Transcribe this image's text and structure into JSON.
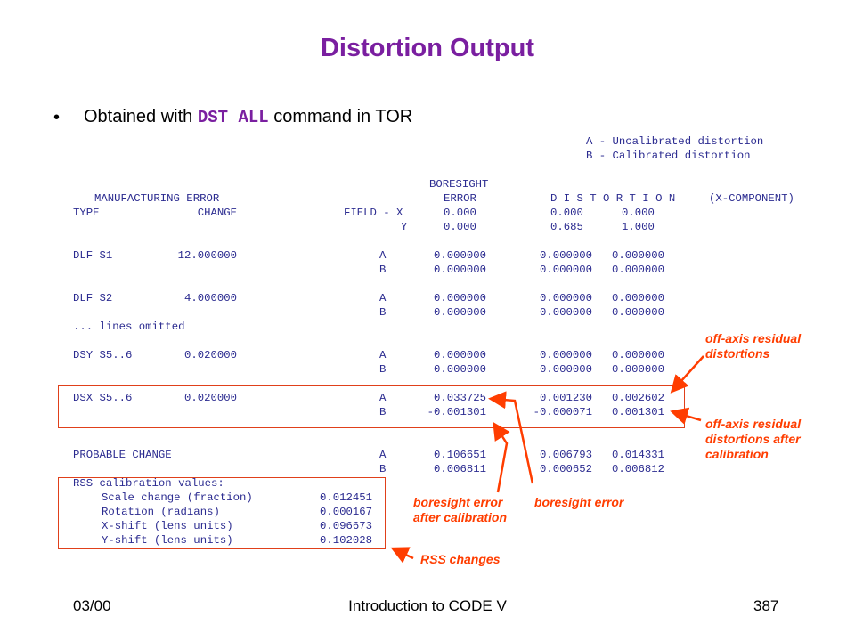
{
  "title": "Distortion Output",
  "bullet": {
    "prefix": "Obtained with ",
    "command": "DST ALL",
    "suffix": " command in TOR"
  },
  "legend": {
    "a": "A - Uncalibrated distortion",
    "b": "B - Calibrated distortion"
  },
  "header": {
    "boresight": "BORESIGHT",
    "manufacturing_error": "MANUFACTURING ERROR",
    "error": "ERROR",
    "distortion": "D I S T O R T I O N",
    "x_component": "(X-COMPONENT)",
    "type": "TYPE",
    "change": "CHANGE",
    "field_x": "FIELD - X",
    "field_y": "Y",
    "x_values": [
      "0.000",
      "0.000",
      "0.000"
    ],
    "y_values": [
      "0.000",
      "0.685",
      "1.000"
    ]
  },
  "rows": [
    {
      "type": "DLF S1",
      "change": "12.000000",
      "ab": "A",
      "bore": "0.000000",
      "d1": "0.000000",
      "d2": "0.000000"
    },
    {
      "type": "",
      "change": "",
      "ab": "B",
      "bore": "0.000000",
      "d1": "0.000000",
      "d2": "0.000000"
    },
    {
      "type": "DLF S2",
      "change": "4.000000",
      "ab": "A",
      "bore": "0.000000",
      "d1": "0.000000",
      "d2": "0.000000"
    },
    {
      "type": "",
      "change": "",
      "ab": "B",
      "bore": "0.000000",
      "d1": "0.000000",
      "d2": "0.000000"
    },
    {
      "type": "... lines omitted",
      "change": "",
      "ab": "",
      "bore": "",
      "d1": "",
      "d2": ""
    },
    {
      "type": "DSY S5..6",
      "change": "0.020000",
      "ab": "A",
      "bore": "0.000000",
      "d1": "0.000000",
      "d2": "0.000000"
    },
    {
      "type": "",
      "change": "",
      "ab": "B",
      "bore": "0.000000",
      "d1": "0.000000",
      "d2": "0.000000"
    },
    {
      "type": "DSX S5..6",
      "change": "0.020000",
      "ab": "A",
      "bore": "0.033725",
      "d1": "0.001230",
      "d2": "0.002602"
    },
    {
      "type": "",
      "change": "",
      "ab": "B",
      "bore": "-0.001301",
      "d1": "-0.000071",
      "d2": "0.001301"
    },
    {
      "type": "PROBABLE CHANGE",
      "change": "",
      "ab": "A",
      "bore": "0.106651",
      "d1": "0.006793",
      "d2": "0.014331"
    },
    {
      "type": "",
      "change": "",
      "ab": "B",
      "bore": "0.006811",
      "d1": "0.000652",
      "d2": "0.006812"
    }
  ],
  "rss": {
    "heading": "RSS calibration values:",
    "items": [
      {
        "label": "Scale change (fraction)",
        "value": "0.012451"
      },
      {
        "label": "Rotation (radians)",
        "value": "0.000167"
      },
      {
        "label": "X-shift (lens units)",
        "value": "0.096673"
      },
      {
        "label": "Y-shift (lens units)",
        "value": "0.102028"
      }
    ]
  },
  "annotations": {
    "off_axis": [
      "off-axis residual",
      "distortions"
    ],
    "off_axis_after": [
      "off-axis residual",
      "distortions after",
      "calibration"
    ],
    "bore_after": [
      "boresight error",
      "after calibration"
    ],
    "bore": "boresight error",
    "rss": "RSS changes"
  },
  "footer": {
    "date": "03/00",
    "center": "Introduction to CODE V",
    "page": "387"
  },
  "colors": {
    "title": "#7a1fa0",
    "mono": "#2b2b90",
    "annotation": "#ff3d00",
    "box": "#e0401a"
  }
}
